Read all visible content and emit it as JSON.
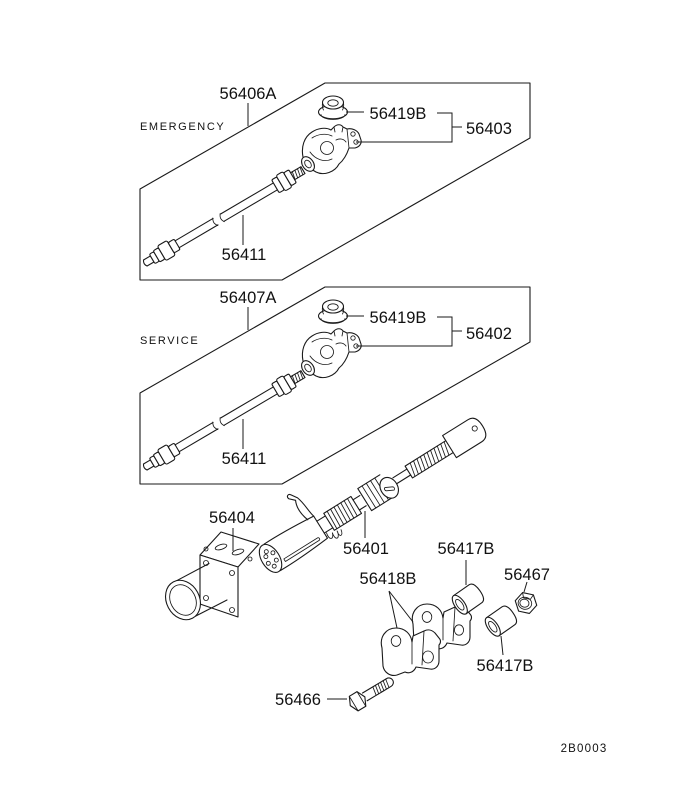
{
  "figure": {
    "code": "2B0003",
    "background_color": "#ffffff",
    "line_color": "#1a1a1a"
  },
  "sections": [
    {
      "system": "EMERGENCY",
      "assembly_no": "56406A",
      "grommet_no": "56419B",
      "lever_group_no": "56403",
      "cable_no": "56411"
    },
    {
      "system": "SERVICE",
      "assembly_no": "56407A",
      "grommet_no": "56419B",
      "lever_group_no": "56402",
      "cable_no": "56411"
    }
  ],
  "parts": {
    "mounting_bracket_no": "56404",
    "front_cable_no": "56401",
    "bushing_upper_no": "56417B",
    "bushing_lower_no": "56417B",
    "bracket_set_no": "56418B",
    "nut_no": "56467",
    "bolt_no": "56466"
  }
}
